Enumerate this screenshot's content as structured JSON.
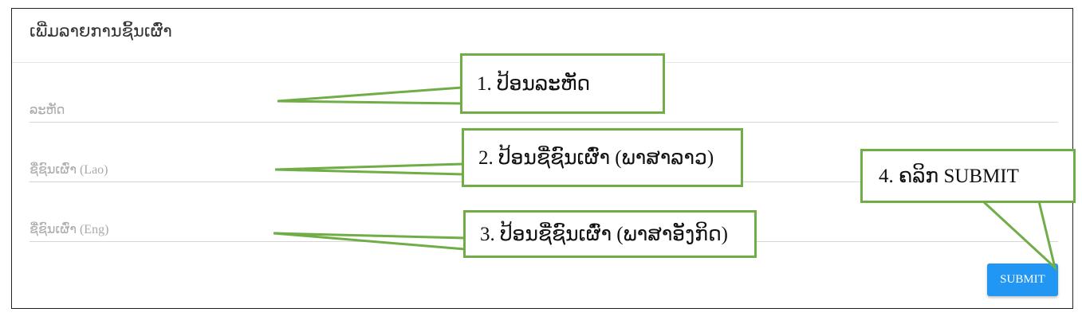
{
  "form": {
    "title": "ເພີ່ມລາຍການຊິ້ນເຜົ່າ",
    "fields": [
      {
        "placeholder": "ລະຫັດ",
        "value": ""
      },
      {
        "placeholder": "ຊື່ຊົນເຜົ່າ (Lao)",
        "value": ""
      },
      {
        "placeholder": "ຊື່ຊົນເຜົ່າ (Eng)",
        "value": ""
      }
    ],
    "submit_label": "SUBMIT"
  },
  "callouts": [
    {
      "text": "1. ປ້ອນລະຫັດ"
    },
    {
      "text": "2. ປ້ອນຊື່ຊົນເຜົ່າ (ພາສາລາວ)"
    },
    {
      "text": "3. ປ້ອນຊື່ຊົນເຜົ່າ (ພາສາອັງກິດ)"
    },
    {
      "text": "4. ຄລິກ  SUBMIT"
    }
  ],
  "colors": {
    "accent": "#2196f3",
    "callout_border": "#70ad47",
    "placeholder": "#aaaaaa"
  }
}
